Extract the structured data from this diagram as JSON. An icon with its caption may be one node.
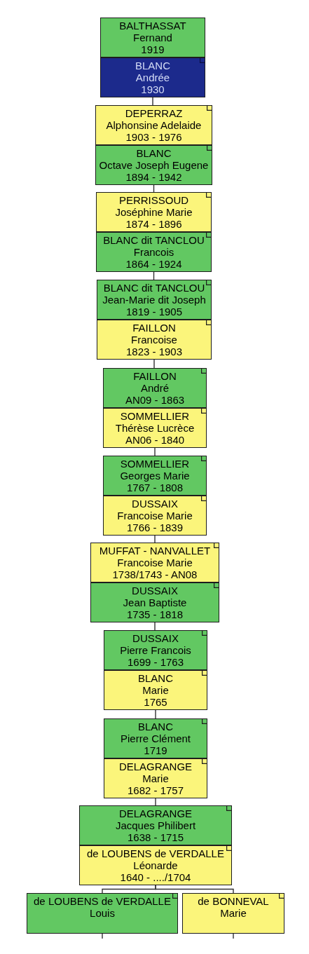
{
  "diagram": {
    "nodes": [
      {
        "text": [
          "BALTHASSAT",
          "Fernand",
          "1919"
        ]
      },
      {
        "text": [
          "BLANC",
          "Andrée",
          "1930"
        ]
      },
      {
        "text": [
          "DEPERRAZ",
          "Alphonsine Adelaide",
          "1903 - 1976"
        ]
      },
      {
        "text": [
          "BLANC",
          "Octave Joseph Eugene",
          "1894 - 1942"
        ]
      },
      {
        "text": [
          "PERRISSOUD",
          "Joséphine Marie",
          "1874 - 1896"
        ]
      },
      {
        "text": [
          "BLANC dit TANCLOU",
          "Francois",
          "1864 - 1924"
        ]
      },
      {
        "text": [
          "BLANC dit TANCLOU",
          "Jean-Marie dit Joseph",
          "1819 - 1905"
        ]
      },
      {
        "text": [
          "FAILLON",
          "Francoise",
          "1823 - 1903"
        ]
      },
      {
        "text": [
          "FAILLON",
          "André",
          "AN09 - 1863"
        ]
      },
      {
        "text": [
          "SOMMELLIER",
          "Thérèse Lucrèce",
          "AN06 - 1840"
        ]
      },
      {
        "text": [
          "SOMMELLIER",
          "Georges Marie",
          "1767 - 1808"
        ]
      },
      {
        "text": [
          "DUSSAIX",
          "Francoise Marie",
          "1766 - 1839"
        ]
      },
      {
        "text": [
          "MUFFAT - NANVALLET",
          "Francoise Marie",
          "1738/1743 - AN08"
        ]
      },
      {
        "text": [
          "DUSSAIX",
          "Jean Baptiste",
          "1735 - 1818"
        ]
      },
      {
        "text": [
          "DUSSAIX",
          "Pierre Francois",
          "1699 - 1763"
        ]
      },
      {
        "text": [
          "BLANC",
          "Marie",
          "1765"
        ]
      },
      {
        "text": [
          "BLANC",
          "Pierre Clément",
          "1719"
        ]
      },
      {
        "text": [
          "DELAGRANGE",
          "Marie",
          "1682 - 1757"
        ]
      },
      {
        "text": [
          "DELAGRANGE",
          "Jacques Philibert",
          "1638 - 1715"
        ]
      },
      {
        "text": [
          "de LOUBENS de VERDALLE",
          "Léonarde",
          "1640 - ..../1704"
        ]
      },
      {
        "text": [
          "de LOUBENS de VERDALLE",
          "Louis"
        ]
      },
      {
        "text": [
          "de BONNEVAL",
          "Marie"
        ]
      }
    ],
    "edges": [
      {
        "from": 1,
        "to": 2,
        "arrow": "none"
      },
      {
        "from": 3,
        "to": 4,
        "arrow": "none"
      },
      {
        "from": 5,
        "to": 6,
        "arrow": "none"
      },
      {
        "from": 7,
        "to": 8,
        "arrow": "none"
      },
      {
        "from": 9,
        "to": 10,
        "arrow": "none"
      },
      {
        "from": 11,
        "to": 12,
        "arrow": "none"
      },
      {
        "from": 13,
        "to": 14,
        "arrow": "none"
      },
      {
        "from": 15,
        "to": 16,
        "arrow": "none"
      },
      {
        "from": 17,
        "to": 18,
        "arrow": "none"
      },
      {
        "from": 19,
        "to": 20,
        "arrow": "none"
      },
      {
        "from": 19,
        "to": 21,
        "arrow": "none"
      },
      {
        "from": 20,
        "to": null,
        "arrow": "none"
      },
      {
        "from": 21,
        "to": null,
        "arrow": "none"
      }
    ]
  }
}
